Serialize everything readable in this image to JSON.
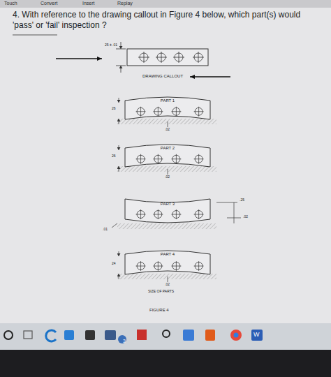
{
  "diagram": {
    "title": "4. With reference to the drawing callout in Figure 4 below, which part(s) would 'pass' or 'fail' inspection ?",
    "caption": "FIGURE 4",
    "nodes": [
      {
        "text": [
          "PART 1"
        ]
      },
      {
        "text": [
          "PART 2"
        ]
      },
      {
        "text": [
          "PART 3"
        ]
      },
      {
        "text": [
          "PART 4"
        ]
      }
    ],
    "labels": [
      "Touch",
      "Convert",
      "Insert",
      "Replay",
      "25 ± .01",
      "DRAWING CALLOUT",
      "26",
      ".02",
      "26",
      ".02",
      ".25",
      ".02",
      ".01",
      "24",
      ".02",
      "SIZE OF PARTS",
      "3",
      "W"
    ]
  }
}
